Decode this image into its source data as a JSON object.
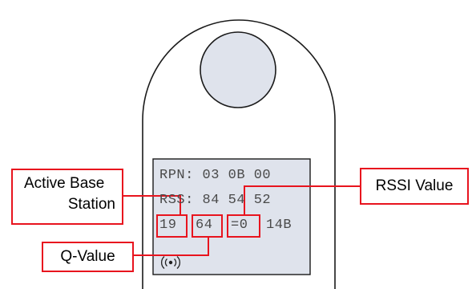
{
  "device": {
    "screen": {
      "lines": [
        "RPN: 03 0B 00",
        "RSS: 84 54 52",
        "19 64 =0 14B"
      ],
      "signal_icon": "radio-waves-icon"
    }
  },
  "callouts": {
    "active_base_station": [
      "Active Base",
      "Station"
    ],
    "rssi_value": "RSSI Value",
    "q_value": "Q-Value"
  },
  "colors": {
    "callout_border": "#e8141e",
    "device_outline": "#1a1a1a",
    "screen_fill": "#dfe3ec"
  }
}
